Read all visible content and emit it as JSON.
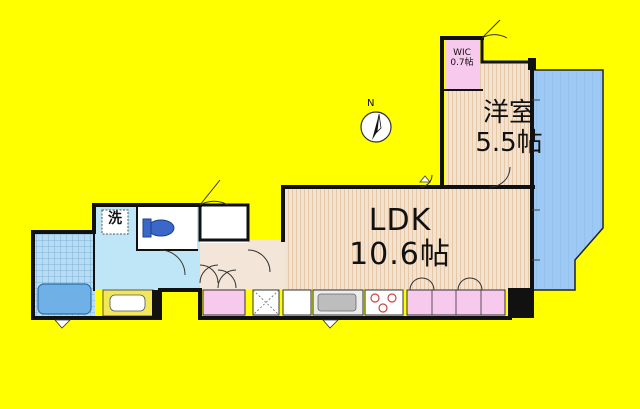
{
  "rooms": {
    "ldk": {
      "name": "LDK",
      "size": "10.6帖"
    },
    "western": {
      "name": "洋室",
      "size": "5.5帖"
    },
    "wic": {
      "name": "WIC",
      "size": "0.7帖"
    },
    "laundry": {
      "name": "洗"
    }
  },
  "compass": {
    "label": "N"
  },
  "colors": {
    "background": "#FFFF00",
    "wall": "#111111",
    "floor": "#F3E2D0",
    "floor_stripe": "#E6C9A8",
    "balcony": "#9EC9F4",
    "wet_area": "#BFE6F7",
    "closet": "#F7C9EC",
    "tile": "#B8DCF2"
  }
}
